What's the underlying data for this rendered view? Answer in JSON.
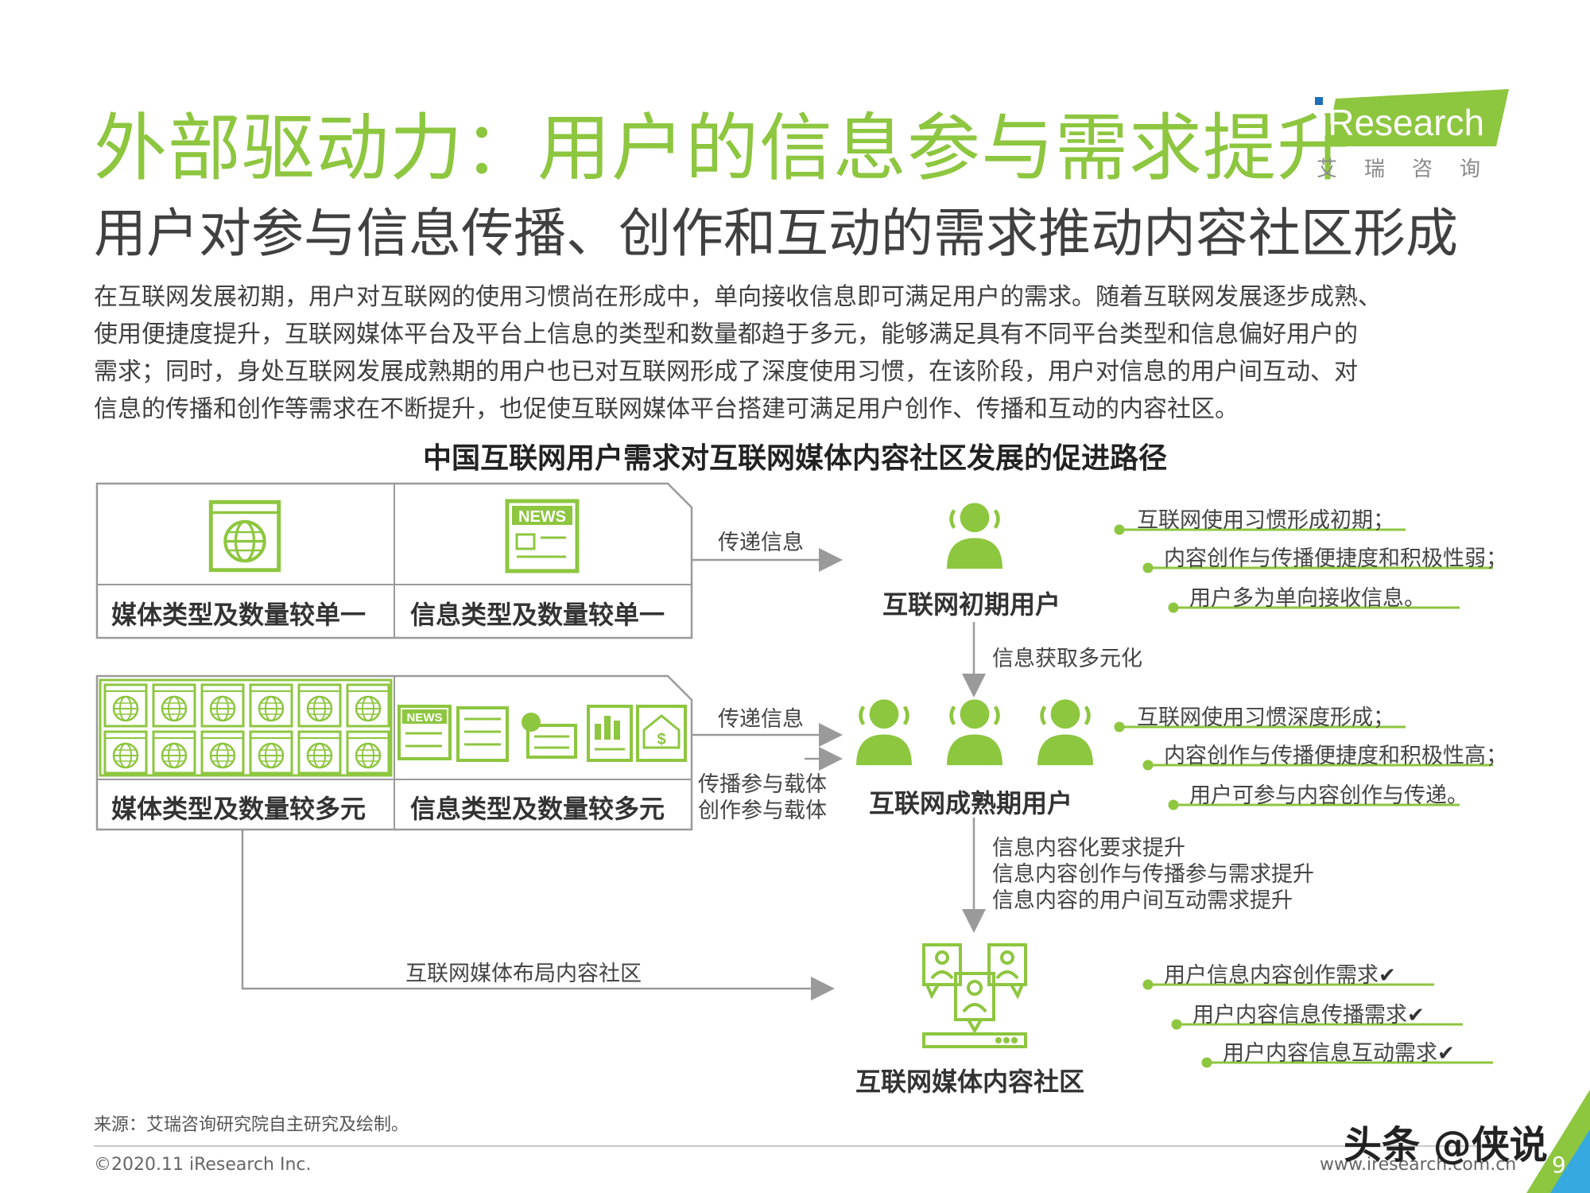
{
  "header": {
    "title": "外部驱动力：用户的信息参与需求提升",
    "subtitle": "用户对参与信息传播、创作和互动的需求推动内容社区形成",
    "logo_brand": "iResearch",
    "logo_cn": "艾瑞咨询"
  },
  "intro": {
    "lines": [
      "在互联网发展初期，用户对互联网的使用习惯尚在形成中，单向接收信息即可满足用户的需求。随着互联网发展逐步成熟、",
      "使用便捷度提升，互联网媒体平台及平台上信息的类型和数量都趋于多元，能够满足具有不同平台类型和信息偏好用户的",
      "需求；同时，身处互联网发展成熟期的用户也已对互联网形成了深度使用习惯，在该阶段，用户对信息的用户间互动、对",
      "信息的传播和创作等需求在不断提升，也促使互联网媒体平台搭建可满足用户创作、传播和互动的内容社区。"
    ]
  },
  "diagram": {
    "title": "中国互联网用户需求对互联网媒体内容社区发展的促进路径",
    "box1": {
      "media_label": "媒体类型及数量较单一",
      "info_label": "信息类型及数量较单一",
      "news_badge": "NEWS"
    },
    "box2": {
      "media_label": "媒体类型及数量较多元",
      "info_label": "信息类型及数量较多元",
      "news_badge": "NEWS"
    },
    "arrow1_label": "传递信息",
    "arrow2_label": "传递信息",
    "arrow2_sub": [
      "传播参与载体",
      "创作参与载体"
    ],
    "arrow3_label": "互联网媒体布局内容社区",
    "stage1": {
      "name": "互联网初期用户",
      "notes": [
        "互联网使用习惯形成初期；",
        "内容创作与传播便捷度和积极性弱；",
        "用户多为单向接收信息。"
      ]
    },
    "transition1": "信息获取多元化",
    "stage2": {
      "name": "互联网成熟期用户",
      "notes": [
        "互联网使用习惯深度形成；",
        "内容创作与传播便捷度和积极性高；",
        "用户可参与内容创作与传递。"
      ]
    },
    "transition2": [
      "信息内容化要求提升",
      "信息内容创作与传播参与需求提升",
      "信息内容的用户间互动需求提升"
    ],
    "stage3": {
      "name": "互联网媒体内容社区",
      "notes": [
        "用户信息内容创作需求",
        "用户内容信息传播需求",
        "用户内容信息互动需求"
      ],
      "check": "✔"
    }
  },
  "footer": {
    "source": "来源：艾瑞咨询研究院自主研究及绘制。",
    "copyright": "©2020.11 iResearch Inc.",
    "site": "www.iresearch.com.cn",
    "watermark": "头条 @侠说",
    "page_number": "9"
  },
  "colors": {
    "accent_green": "#8dc63f",
    "dark_text": "#333333",
    "gray_line": "#9a9a9a"
  }
}
